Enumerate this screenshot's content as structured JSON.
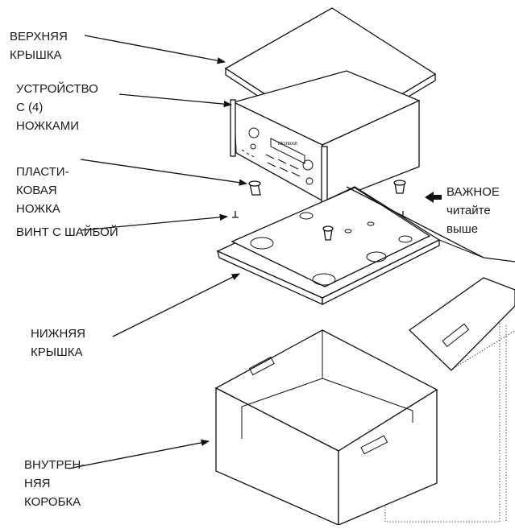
{
  "labels": {
    "top_cover": [
      "ВЕРХНЯЯ",
      "КРЫШКА"
    ],
    "unit": [
      "УСТРОЙСТВО",
      "С (4)",
      "НОЖКАМИ"
    ],
    "plastic_foot": [
      "ПЛАСТИ-",
      "КОВАЯ",
      "НОЖКА"
    ],
    "screw": [
      "ВИНТ С ШАЙБОЙ"
    ],
    "important": [
      "ВАЖНОЕ",
      "читайте",
      "выше"
    ],
    "bottom_cover": [
      "НИЖНЯЯ",
      "КРЫШКА"
    ],
    "inner_box": [
      "ВНУТРЕН-",
      "НЯЯ",
      "КОРОБКА"
    ]
  }
}
